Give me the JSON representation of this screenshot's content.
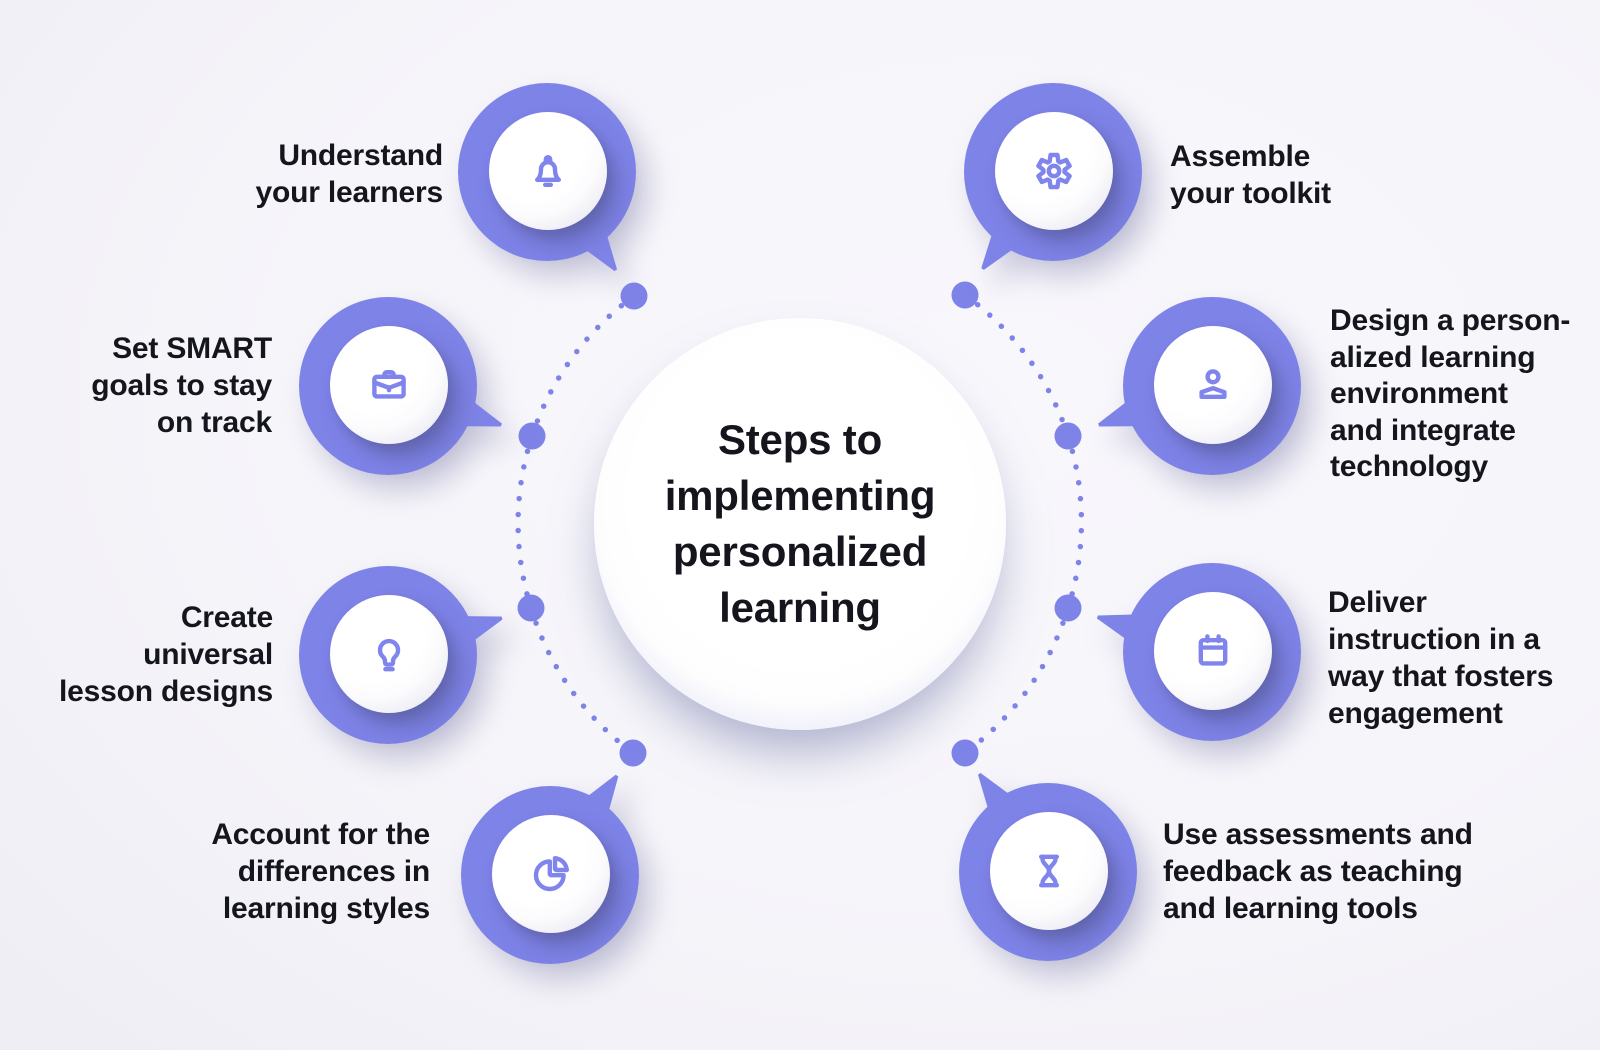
{
  "colors": {
    "background": "#f6f5fa",
    "accent": "#7e83e8",
    "icon": "#7f85ec",
    "text": "#15151d"
  },
  "center": {
    "title_lines": [
      "Steps to",
      "implementing",
      "personalized",
      "learning"
    ]
  },
  "items": [
    {
      "id": "understand-learners",
      "icon": "bell-icon",
      "side": "left",
      "label_lines": [
        "Understand",
        "your learners"
      ]
    },
    {
      "id": "smart-goals",
      "icon": "briefcase-icon",
      "side": "left",
      "label_lines": [
        "Set SMART",
        "goals to stay",
        "on track"
      ]
    },
    {
      "id": "lesson-designs",
      "icon": "lightbulb-icon",
      "side": "left",
      "label_lines": [
        "Create",
        "universal",
        "lesson designs"
      ]
    },
    {
      "id": "learning-styles",
      "icon": "pie-chart-icon",
      "side": "left",
      "label_lines": [
        "Account for the",
        "differences in",
        "learning styles"
      ]
    },
    {
      "id": "assemble-toolkit",
      "icon": "gear-icon",
      "side": "right",
      "label_lines": [
        "Assemble",
        "your toolkit"
      ]
    },
    {
      "id": "design-environment",
      "icon": "person-icon",
      "side": "right",
      "label_lines": [
        "Design a person-",
        "alized learning",
        "environment",
        "and integrate",
        "technology"
      ]
    },
    {
      "id": "deliver-instruction",
      "icon": "calendar-icon",
      "side": "right",
      "label_lines": [
        "Deliver",
        "instruction in a",
        "way that fosters",
        "engagement"
      ]
    },
    {
      "id": "use-assessments",
      "icon": "hourglass-icon",
      "side": "right",
      "label_lines": [
        "Use assessments and",
        "feedback as teaching",
        "and learning tools"
      ]
    }
  ]
}
